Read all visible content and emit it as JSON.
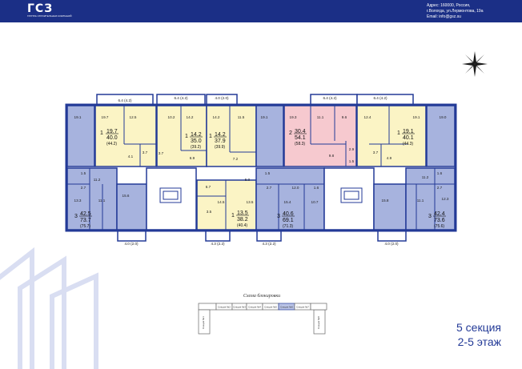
{
  "header": {
    "logo": "ГСЗ",
    "logo_sub": "ГРУППА СТРОИТЕЛЬНЫХ КОМПАНИЙ",
    "address_line1": "Адрес: 160000, Россия,",
    "address_line2": "г.Вологда, ул.Лермонтова, 19а",
    "email": "Email: info@gsz.su"
  },
  "footer": {
    "section": "5 секция",
    "floors": "2-5 этаж"
  },
  "scheme": {
    "title": "Схема блокировки",
    "sections": [
      "Секция №1",
      "Секция №2",
      "Секция №3",
      "Секция №4",
      "Секция №5",
      "Секция №6",
      "Секция №7",
      "Секция №8"
    ]
  },
  "balconies": [
    "6.4 (4.2)",
    "6.4 (4.2)",
    "4.0 (2.0)",
    "6.4 (4.2)",
    "6.4 (4.2)",
    "4.0 (2.0)",
    "4.3 (2.2)",
    "4.3 (2.2)",
    "4.0 (2.0)"
  ],
  "apartments": [
    {
      "rooms": "1",
      "a1": "19.7",
      "a2": "40.0",
      "a3": "(44.2)"
    },
    {
      "rooms": "1",
      "a1": "14.2",
      "a2": "35.0",
      "a3": "(39.2)"
    },
    {
      "rooms": "1",
      "a1": "14.2",
      "a2": "37.9",
      "a3": "(39.9)"
    },
    {
      "rooms": "2",
      "a1": "30.4",
      "a2": "54.1",
      "a3": "(58.3)"
    },
    {
      "rooms": "1",
      "a1": "19.1",
      "a2": "40.1",
      "a3": "(44.3)"
    },
    {
      "rooms": "3",
      "a1": "42.5",
      "a2": "73.7",
      "a3": "(75.7)"
    },
    {
      "rooms": "1",
      "a1": "13.5",
      "a2": "38.2",
      "a3": "(40.4)"
    },
    {
      "rooms": "3",
      "a1": "40.6",
      "a2": "69.1",
      "a3": "(71.3)"
    },
    {
      "rooms": "3",
      "a1": "42.4",
      "a2": "73.6",
      "a3": "(75.6)"
    }
  ],
  "room_labels": [
    "19.1",
    "19.7",
    "12.5",
    "4.1",
    "3.7",
    "10.2",
    "14.2",
    "3.7",
    "6.9",
    "14.2",
    "11.5",
    "7.2",
    "19.1",
    "19.3",
    "11.1",
    "9.6",
    "9.8",
    "2.9",
    "1.5",
    "12.4",
    "19.1",
    "3.7",
    "4.9",
    "19.0",
    "1.5",
    "11.2",
    "2.7",
    "13.3",
    "11.1",
    "15.6",
    "6.7",
    "5.0",
    "3.5",
    "14.5",
    "13.5",
    "1.5",
    "12.0",
    "1.6",
    "2.7",
    "15.4",
    "10.7",
    "11.2",
    "1.6",
    "2.7",
    "15.8",
    "11.1",
    "12.3"
  ],
  "colors": {
    "header_bg": "#1b2f86",
    "wall": "#233a97",
    "room_blue": "#a7b3de",
    "room_yellow": "#fbf4c5",
    "room_pink": "#f6c9cf",
    "room_white": "#ffffff"
  },
  "icons": [
    "compass-rose-icon",
    "building-outline-decor"
  ]
}
